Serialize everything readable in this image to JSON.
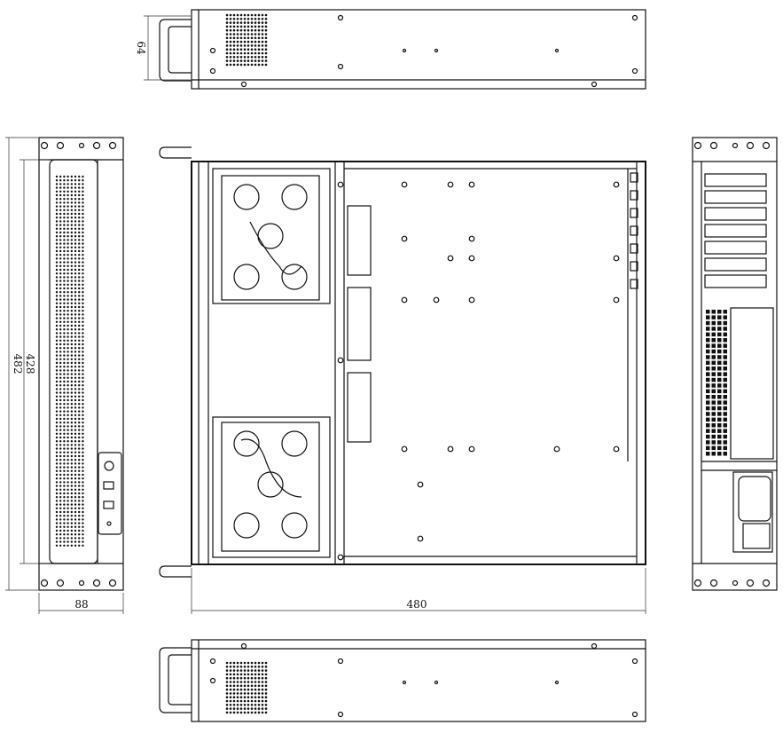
{
  "dimensions": {
    "top_height": "64",
    "front_outer": "482",
    "front_inner": "428",
    "front_depth": "88",
    "plan_length": "480"
  },
  "views": [
    "top-side-view",
    "front-view",
    "plan-view",
    "rear-view",
    "bottom-side-view"
  ]
}
